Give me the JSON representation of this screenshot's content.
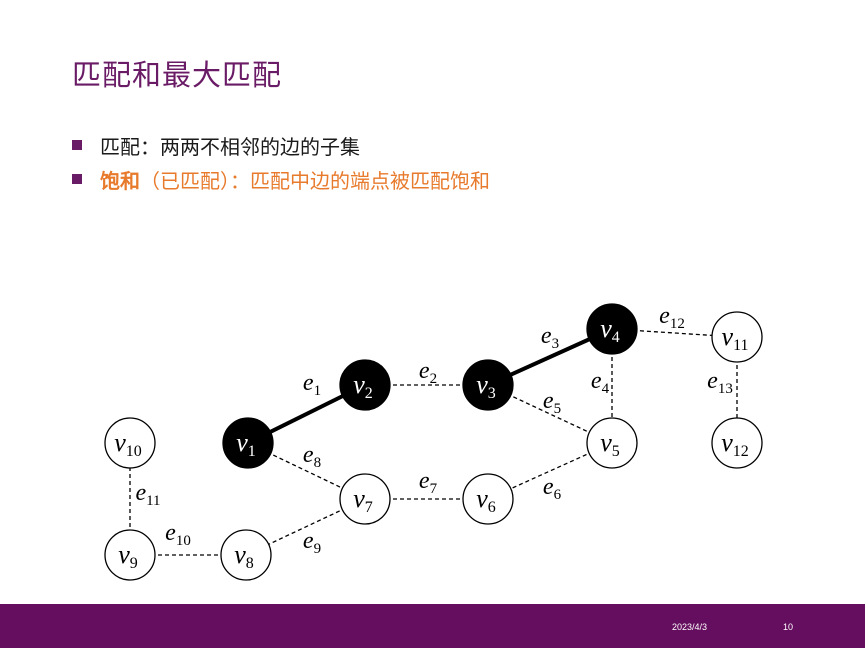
{
  "title": "匹配和最大匹配",
  "bullets": [
    {
      "text": "匹配：两两不相邻的边的子集"
    },
    {
      "bold": "饱和",
      "text": "（已匹配）：匹配中边的端点被匹配饱和"
    }
  ],
  "colors": {
    "accent": "#6a1b66",
    "footer": "#650d5e",
    "highlight": "#e87a2c"
  },
  "graph": {
    "vertices": [
      {
        "id": "v1",
        "base": "v",
        "sub": "1",
        "saturated": true
      },
      {
        "id": "v2",
        "base": "v",
        "sub": "2",
        "saturated": true
      },
      {
        "id": "v3",
        "base": "v",
        "sub": "3",
        "saturated": true
      },
      {
        "id": "v4",
        "base": "v",
        "sub": "4",
        "saturated": true
      },
      {
        "id": "v5",
        "base": "v",
        "sub": "5",
        "saturated": false
      },
      {
        "id": "v6",
        "base": "v",
        "sub": "6",
        "saturated": false
      },
      {
        "id": "v7",
        "base": "v",
        "sub": "7",
        "saturated": false
      },
      {
        "id": "v8",
        "base": "v",
        "sub": "8",
        "saturated": false
      },
      {
        "id": "v9",
        "base": "v",
        "sub": "9",
        "saturated": false
      },
      {
        "id": "v10",
        "base": "v",
        "sub": "10",
        "saturated": false
      },
      {
        "id": "v11",
        "base": "v",
        "sub": "11",
        "saturated": false
      },
      {
        "id": "v12",
        "base": "v",
        "sub": "12",
        "saturated": false
      }
    ],
    "edges": [
      {
        "id": "e1",
        "base": "e",
        "sub": "1",
        "from": "v1",
        "to": "v2",
        "matched": true
      },
      {
        "id": "e2",
        "base": "e",
        "sub": "2",
        "from": "v2",
        "to": "v3",
        "matched": false
      },
      {
        "id": "e3",
        "base": "e",
        "sub": "3",
        "from": "v3",
        "to": "v4",
        "matched": true
      },
      {
        "id": "e4",
        "base": "e",
        "sub": "4",
        "from": "v4",
        "to": "v5",
        "matched": false
      },
      {
        "id": "e5",
        "base": "e",
        "sub": "5",
        "from": "v3",
        "to": "v5",
        "matched": false
      },
      {
        "id": "e6",
        "base": "e",
        "sub": "6",
        "from": "v5",
        "to": "v6",
        "matched": false
      },
      {
        "id": "e7",
        "base": "e",
        "sub": "7",
        "from": "v6",
        "to": "v7",
        "matched": false
      },
      {
        "id": "e8",
        "base": "e",
        "sub": "8",
        "from": "v1",
        "to": "v7",
        "matched": false
      },
      {
        "id": "e9",
        "base": "e",
        "sub": "9",
        "from": "v7",
        "to": "v8",
        "matched": false
      },
      {
        "id": "e10",
        "base": "e",
        "sub": "10",
        "from": "v8",
        "to": "v9",
        "matched": false
      },
      {
        "id": "e11",
        "base": "e",
        "sub": "11",
        "from": "v9",
        "to": "v10",
        "matched": false
      },
      {
        "id": "e12",
        "base": "e",
        "sub": "12",
        "from": "v4",
        "to": "v11",
        "matched": false
      },
      {
        "id": "e13",
        "base": "e",
        "sub": "13",
        "from": "v11",
        "to": "v12",
        "matched": false
      }
    ]
  },
  "footer": {
    "date": "2023/4/3",
    "page": "10"
  }
}
